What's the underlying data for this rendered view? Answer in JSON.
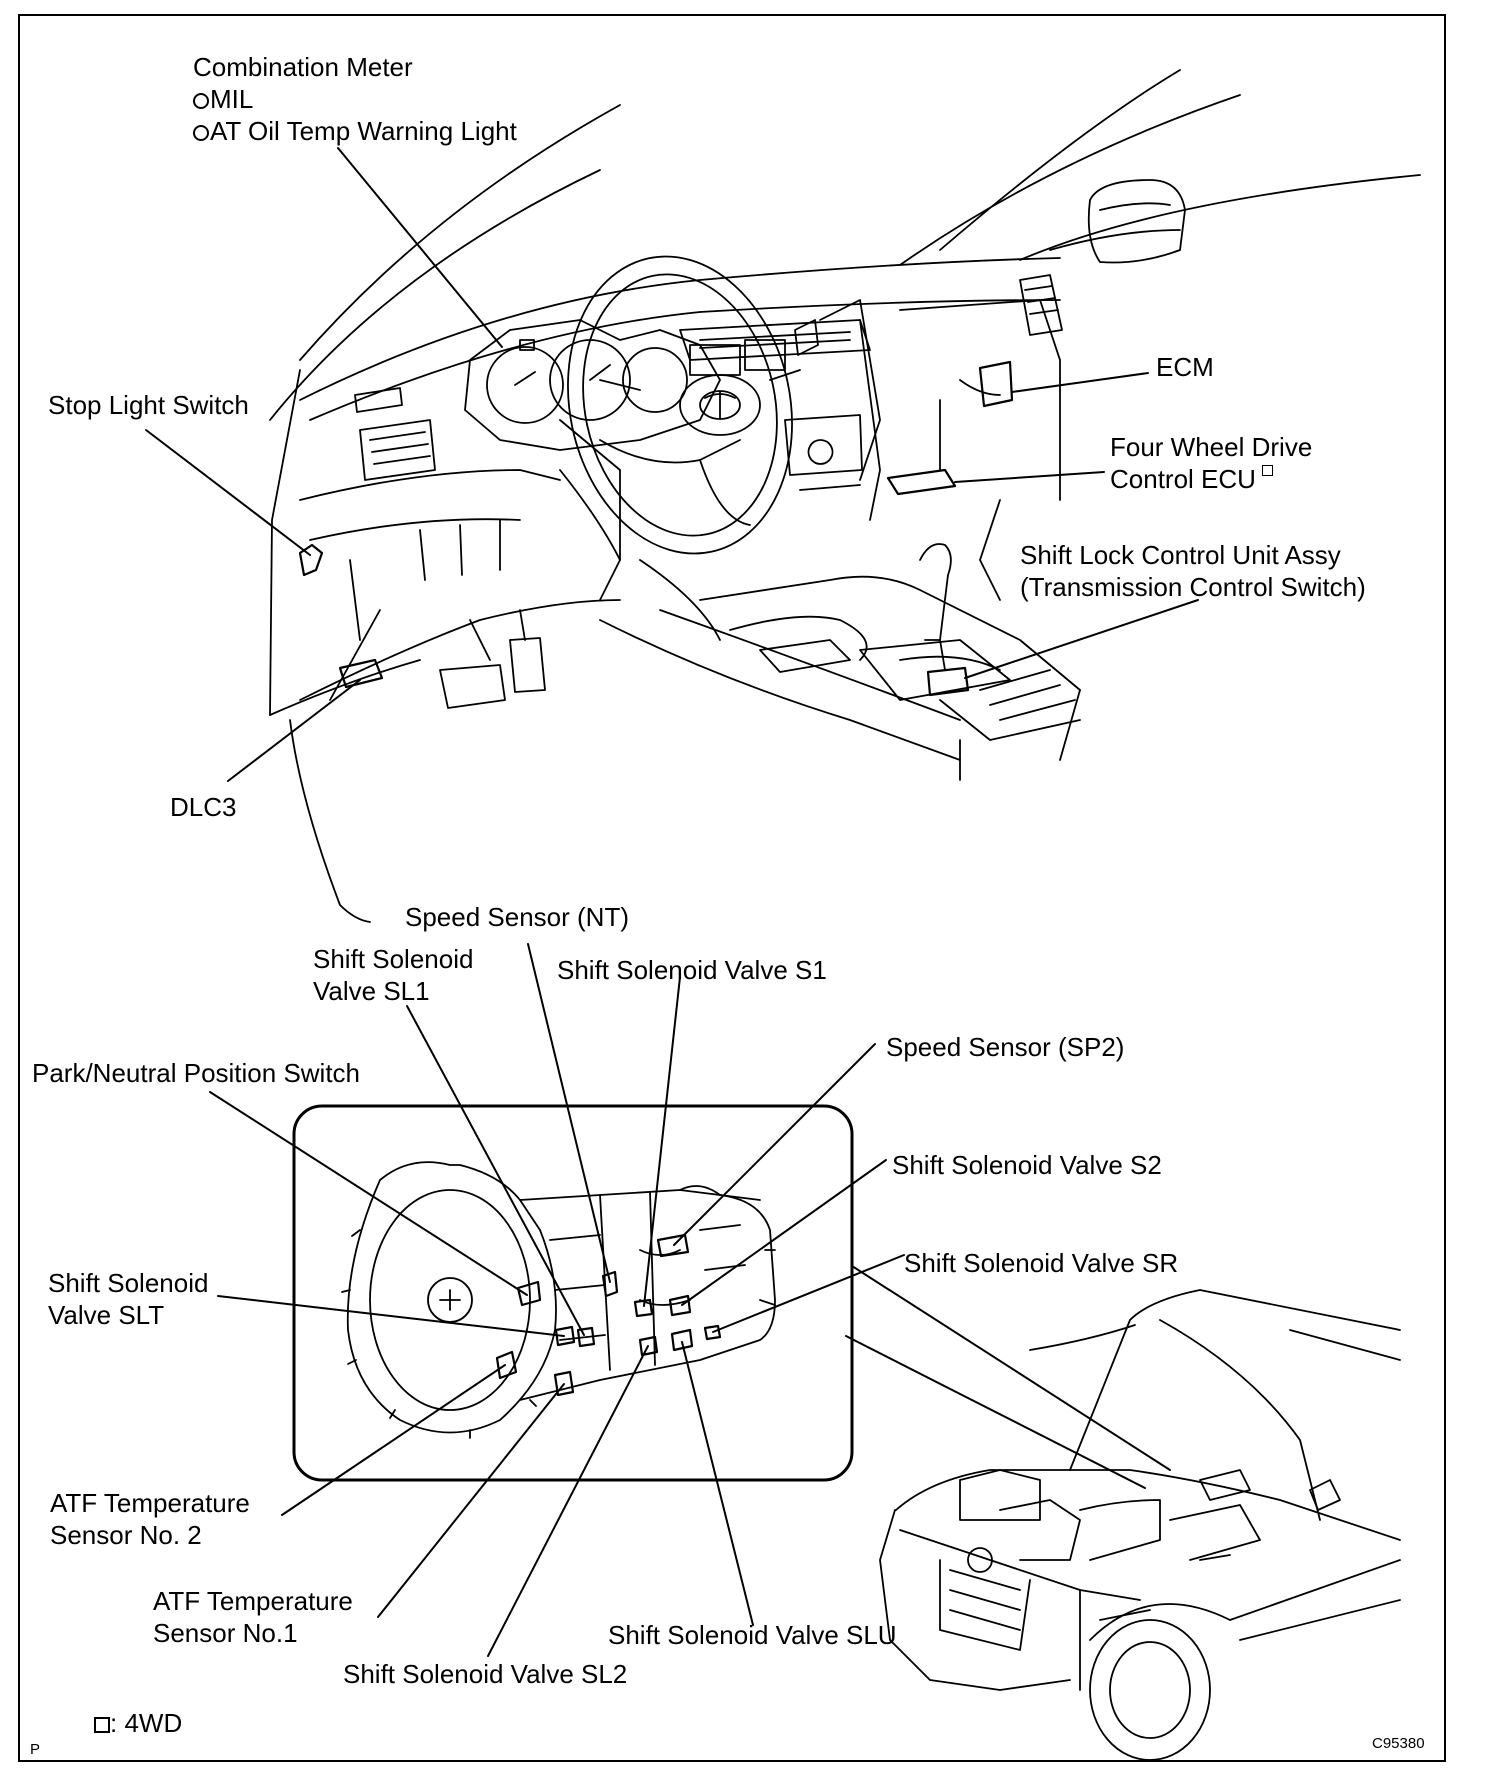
{
  "callouts": {
    "combination_meter": {
      "title": "Combination Meter",
      "item1": "MIL",
      "item2": "AT Oil Temp Warning Light"
    },
    "stop_light_switch": "Stop Light Switch",
    "ecm": "ECM",
    "four_wheel_drive_ecu": {
      "line1": "Four Wheel Drive",
      "line2": "Control ECU"
    },
    "shift_lock_control": {
      "line1": "Shift Lock Control Unit Assy",
      "line2": "(Transmission Control Switch)"
    },
    "dlc3": "DLC3",
    "speed_sensor_nt": "Speed Sensor (NT)",
    "shift_solenoid_sl1": {
      "line1": "Shift Solenoid",
      "line2": "Valve SL1"
    },
    "shift_solenoid_s1": "Shift Solenoid Valve S1",
    "speed_sensor_sp2": "Speed Sensor (SP2)",
    "park_neutral_switch": "Park/Neutral Position Switch",
    "shift_solenoid_s2": "Shift Solenoid Valve S2",
    "shift_solenoid_sr": "Shift Solenoid Valve SR",
    "shift_solenoid_slt": {
      "line1": "Shift Solenoid",
      "line2": "Valve SLT"
    },
    "atf_temp_sensor_2": {
      "line1": "ATF Temperature",
      "line2": "Sensor No. 2"
    },
    "atf_temp_sensor_1": {
      "line1": "ATF Temperature",
      "line2": "Sensor No.1"
    },
    "shift_solenoid_slu": "Shift Solenoid Valve SLU",
    "shift_solenoid_sl2": "Shift Solenoid Valve SL2"
  },
  "legend": {
    "text": ": 4WD"
  },
  "footer": {
    "page_marker": "P",
    "figure_code": "C95380"
  }
}
